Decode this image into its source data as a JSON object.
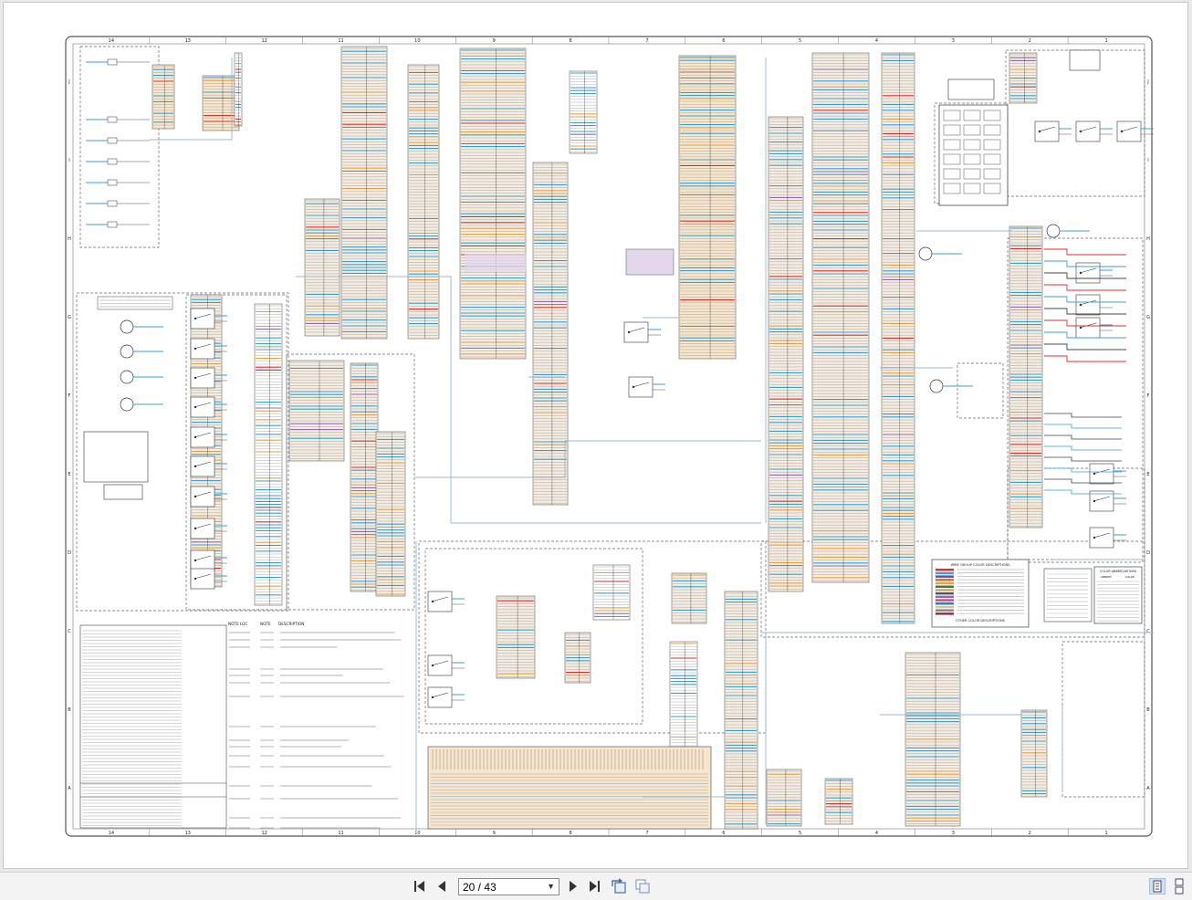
{
  "document": {
    "pager": {
      "current": "20",
      "separator": "/",
      "total": "43",
      "display": "20 / 43"
    },
    "border_columns": [
      "14",
      "13",
      "12",
      "11",
      "10",
      "9",
      "8",
      "7",
      "6",
      "5",
      "4",
      "3",
      "2",
      "1"
    ],
    "border_rows": [
      "J",
      "I",
      "H",
      "G",
      "F",
      "E",
      "D",
      "C",
      "B",
      "A"
    ],
    "notes_header": {
      "loc": "NOTE LOC",
      "note": "NOTE",
      "description": "DESCRIPTION"
    },
    "legends": {
      "wire_group": "WIRE GROUP COLOR DESCRIPTIONS",
      "other_color": "OTHER COLOR DESCRIPTIONS",
      "color_abbreviations": "COLOR ABBREVIATIONS",
      "abbrev_header": {
        "abbrev": "ABBREV",
        "color": "COLOR"
      }
    }
  },
  "toolbar": {
    "first_page_icon": "first-page-icon",
    "prev_page_icon": "previous-page-icon",
    "next_page_icon": "next-page-icon",
    "last_page_icon": "last-page-icon",
    "rotate_icon": "rotate-view-icon",
    "copy_icon": "copy-pages-icon",
    "single_page_icon": "single-page-view-icon",
    "continuous_icon": "continuous-view-icon"
  },
  "colors": {
    "wire_blue": "#3b9fd4",
    "wire_orange": "#e3a24a",
    "wire_red": "#d8312c",
    "wire_purple": "#8e6bb5",
    "tan_fill": "#f7e6cc",
    "lilac_fill": "#e3d7ee",
    "border": "#555555"
  }
}
